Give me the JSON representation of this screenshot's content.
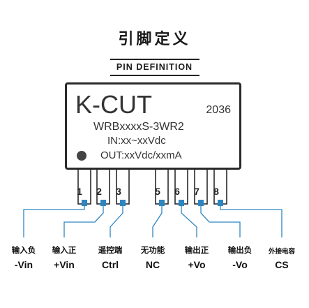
{
  "header": {
    "title_cn": "引脚定义",
    "title_en": "PIN DEFINITION"
  },
  "module": {
    "brand": "K-CUT",
    "date_code": "2036",
    "model": "WRBxxxxS-3WR2",
    "input_spec": "IN:xx~xxVdc",
    "output_spec": "OUT:xxVdc/xxmA"
  },
  "colors": {
    "lead_line": "#2e86c1",
    "pin_end": "#2e86c1",
    "outline": "#2a2a2a"
  },
  "pins": [
    {
      "number": "1",
      "name_cn": "输入负",
      "name_en": "-Vin"
    },
    {
      "number": "2",
      "name_cn": "输入正",
      "name_en": "+Vin"
    },
    {
      "number": "3",
      "name_cn": "遥控端",
      "name_en": "Ctrl"
    },
    {
      "number": "5",
      "name_cn": "无功能",
      "name_en": "NC"
    },
    {
      "number": "6",
      "name_cn": "输出正",
      "name_en": "+Vo"
    },
    {
      "number": "7",
      "name_cn": "输出负",
      "name_en": "-Vo"
    },
    {
      "number": "8",
      "name_cn": "外接电容",
      "name_en": "CS"
    }
  ]
}
